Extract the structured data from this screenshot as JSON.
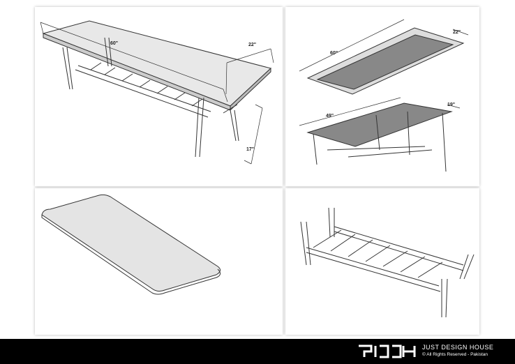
{
  "views": {
    "assembled": {
      "length": "60\"",
      "width": "22\"",
      "height": "17\""
    },
    "exploded": {
      "top_length": "60\"",
      "top_width": "22\"",
      "base_length": "49\"",
      "base_width": "19\""
    }
  },
  "footer": {
    "brand": "JUST DESIGN HOUSE",
    "rights": "© All Rights Reserved - Pakistan",
    "logo_text": "JDH"
  }
}
